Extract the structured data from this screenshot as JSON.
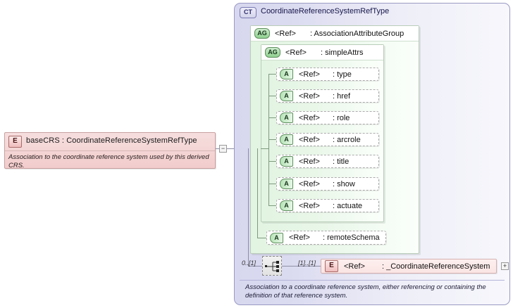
{
  "diagram": {
    "kind": "xsd-documentation-diagram"
  },
  "left_element": {
    "badge": "E",
    "title": "baseCRS : CoordinateReferenceSystemRefType",
    "documentation": "Association to the coordinate reference system used by this derived CRS.",
    "collapse_toggle": "−"
  },
  "complex_type": {
    "badge": "CT",
    "title": "CoordinateReferenceSystemRefType",
    "documentation": "Association to a coordinate reference system, either referencing or containing the definition of that reference system."
  },
  "attribute_group_outer": {
    "badge": "AG",
    "ref": "<Ref>",
    "type": ": AssociationAttributeGroup"
  },
  "attribute_group_inner": {
    "badge": "AG",
    "ref": "<Ref>",
    "type": ": simpleAttrs"
  },
  "attributes": [
    {
      "badge": "A",
      "ref": "<Ref>",
      "type": ": type"
    },
    {
      "badge": "A",
      "ref": "<Ref>",
      "type": ": href"
    },
    {
      "badge": "A",
      "ref": "<Ref>",
      "type": ": role"
    },
    {
      "badge": "A",
      "ref": "<Ref>",
      "type": ": arcrole"
    },
    {
      "badge": "A",
      "ref": "<Ref>",
      "type": ": title"
    },
    {
      "badge": "A",
      "ref": "<Ref>",
      "type": ": show"
    },
    {
      "badge": "A",
      "ref": "<Ref>",
      "type": ": actuate"
    }
  ],
  "remote_schema_attribute": {
    "badge": "A",
    "ref": "<Ref>",
    "type": ": remoteSchema"
  },
  "sequence": {
    "icon": "sequence-compositor-icon",
    "cardinality_left": "0..[1]",
    "cardinality_right": "[1]..[1]"
  },
  "ref_element": {
    "badge": "E",
    "ref": "<Ref>",
    "type": ": _CoordinateReferenceSystem",
    "expand_toggle": "+"
  },
  "colors": {
    "element_border": "#c8a0a0",
    "element_fill": "#f4d4d4",
    "complextype_border": "#9a9ac4",
    "complextype_fill": "#e4e4f3",
    "group_border": "#b9cdb9",
    "group_fill": "#e6f6e6",
    "connector": "#8e8ea6"
  }
}
